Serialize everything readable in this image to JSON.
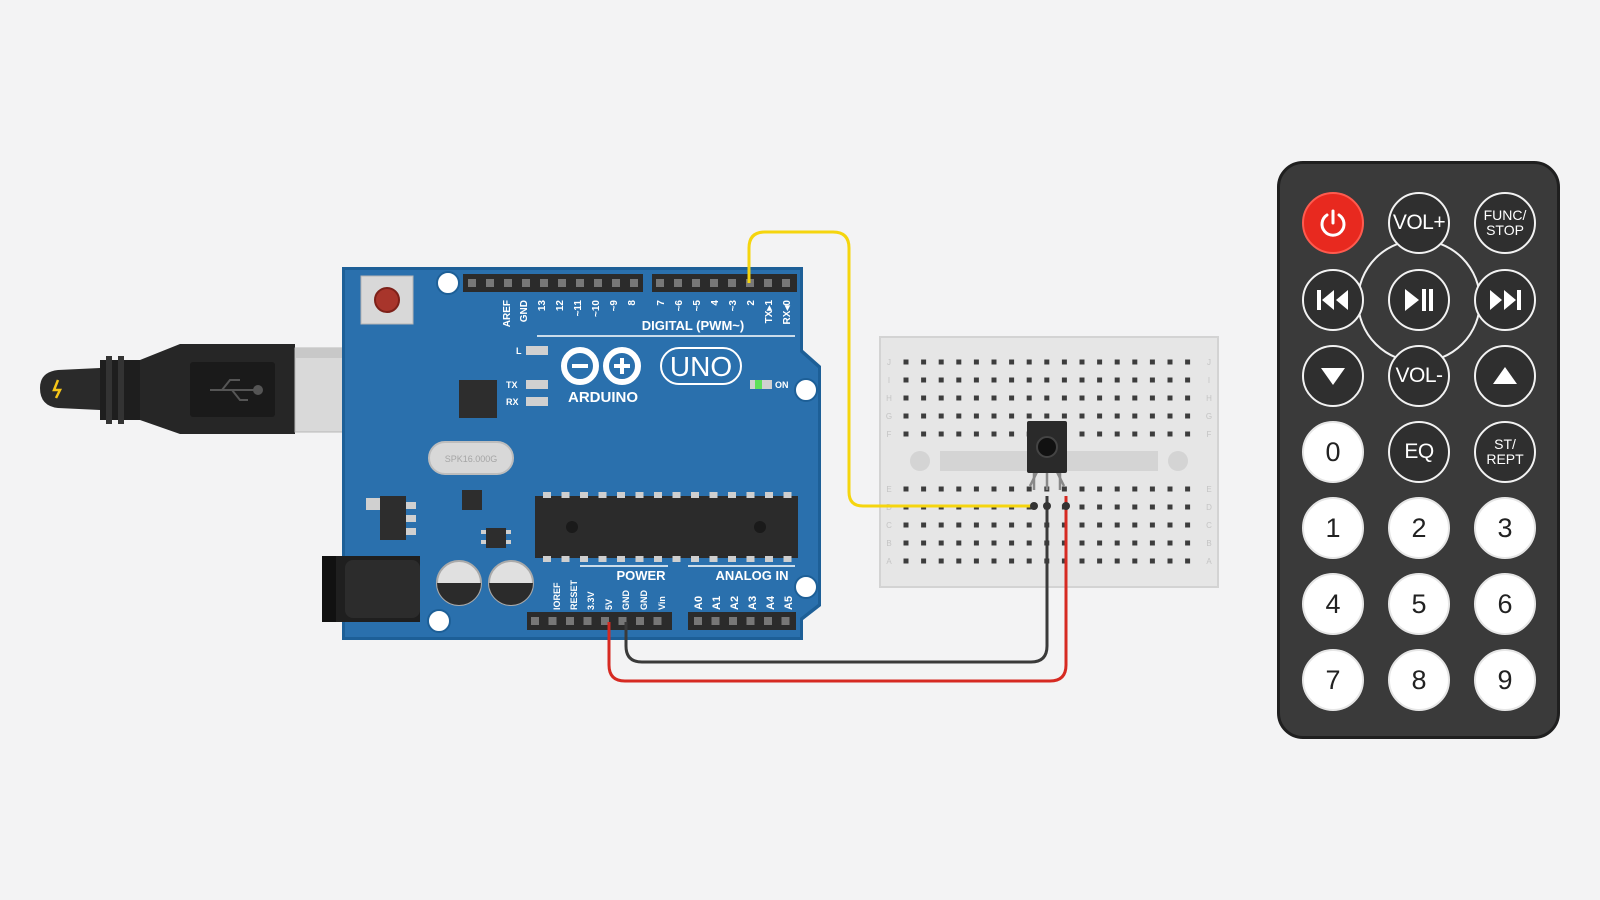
{
  "arduino": {
    "brand": "ARDUINO",
    "model": "UNO",
    "digital_label": "DIGITAL (PWM~)",
    "power_label": "POWER",
    "analog_label": "ANALOG IN",
    "on_label": "ON",
    "led_l": "L",
    "led_tx": "TX",
    "led_rx": "RX",
    "crystal": "SPK16.000G",
    "digital_pins": [
      "AREF",
      "GND",
      "13",
      "12",
      "~11",
      "~10",
      "~9",
      "8",
      "7",
      "~6",
      "~5",
      "4",
      "~3",
      "2",
      "TX▸1",
      "RX◂0"
    ],
    "power_pins": [
      "IOREF",
      "RESET",
      "3.3V",
      "5V",
      "GND",
      "GND",
      "Vin"
    ],
    "analog_pins": [
      "A0",
      "A1",
      "A2",
      "A3",
      "A4",
      "A5"
    ]
  },
  "breadboard": {
    "row_letters_top": [
      "J",
      "I",
      "H",
      "G",
      "F"
    ],
    "row_letters_bottom": [
      "E",
      "D",
      "C",
      "B",
      "A"
    ]
  },
  "wires": {
    "signal_color": "#f5d50e",
    "ground_color": "#3a3a3a",
    "power_color": "#d62a22"
  },
  "remote": {
    "power_icon": "power-icon",
    "vol_up": "VOL+",
    "func_stop": "FUNC/\nSTOP",
    "prev_icon": "skip-back-icon",
    "play_pause_icon": "play-pause-icon",
    "next_icon": "skip-forward-icon",
    "down_icon": "arrow-down-icon",
    "vol_down": "VOL-",
    "up_icon": "arrow-up-icon",
    "zero": "0",
    "eq": "EQ",
    "st_rept": "ST/\nREPT",
    "numbers": [
      "1",
      "2",
      "3",
      "4",
      "5",
      "6",
      "7",
      "8",
      "9"
    ]
  }
}
